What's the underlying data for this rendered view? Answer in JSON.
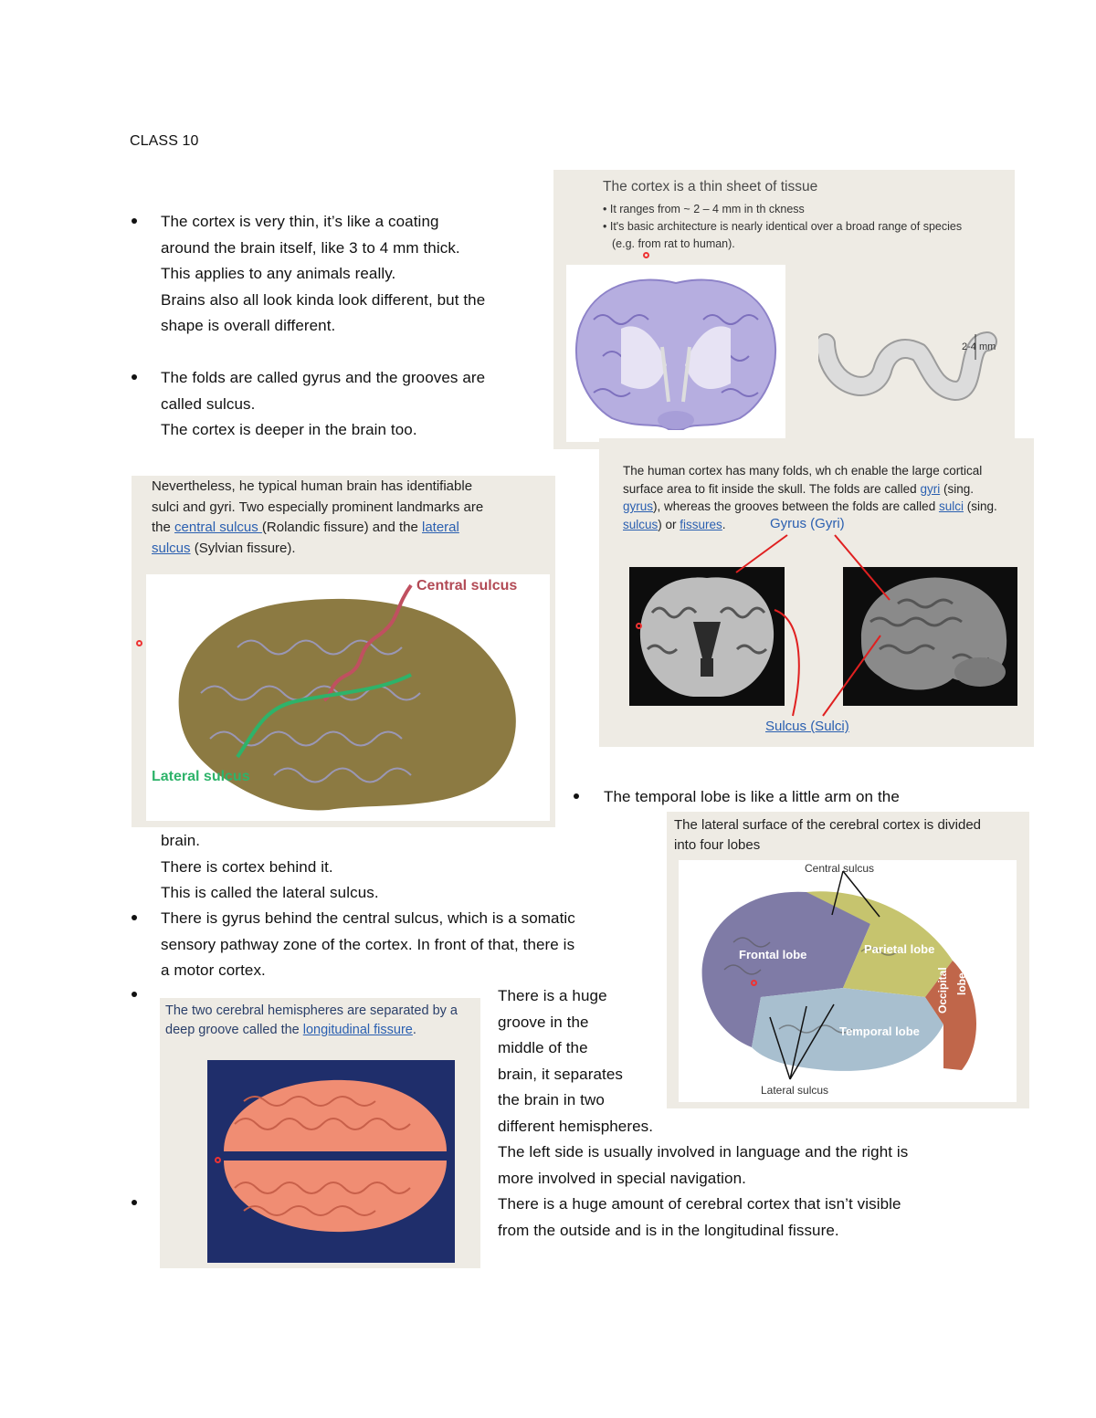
{
  "header": {
    "class_title": "CLASS 10"
  },
  "notes": {
    "b1": [
      "The cortex is very thin, it’s like a coating",
      "around the brain itself, like 3 to 4 mm thick.",
      "This applies to any animals really.",
      "Brains also all look kinda look different, but the",
      "shape is overall different."
    ],
    "b2": [
      "The folds are called gyrus and the grooves are",
      "called sulcus.",
      "The cortex is deeper in the brain too."
    ],
    "b3_first": "The temporal lobe is like a little arm on the",
    "b3_rest": [
      "brain.",
      "There is cortex behind it.",
      "This is called the lateral sulcus."
    ],
    "b4": [
      "There is gyrus behind the central sulcus, which is a somatic",
      "sensory pathway zone of the cortex. In front of that, there is",
      "a motor cortex."
    ],
    "b5": [
      "There is a huge",
      "groove in the",
      "middle of the",
      "brain, it separates",
      "the brain in two",
      "different hemispheres.",
      "The left side is usually involved in language and the right is",
      "more involved in special navigation.",
      "There is a huge amount of cerebral cortex that isn’t visible",
      "from the outside and is in the longitudinal fissure."
    ]
  },
  "slide_thin": {
    "title": "The cortex is a thin sheet of tissue",
    "bullet1": "• It ranges from ~ 2 – 4 mm in th ckness",
    "bullet2": "• It's basic architecture is nearly identical over a broad range of species",
    "bullet2b": "(e.g. from rat to human).",
    "measure": "2-4 mm"
  },
  "slide_folds": {
    "l1_a": "The ",
    "l1_b": "human cortex has many folds, wh ch enable the large cortical",
    "l2_a": "surface area to fit inside the skull. The folds are called ",
    "l2_link": "gyri",
    "l2_b": " (sing.",
    "l3_link": "gyrus",
    "l3_b": "), whereas the grooves between the folds are called ",
    "l3_link2": "sulci",
    "l3_c": " (sing.",
    "l4_link": "sulcus",
    "l4_b": ") or ",
    "l4_link2": "fissures",
    "l4_c": ".",
    "gyrus_label": "Gyrus (Gyri)",
    "sulcus_label": "Sulcus (Sulci)"
  },
  "slide_sulcus": {
    "l1": "Nevertheless, he typical human brain has identifiable",
    "l2": "sulci and gyri. Two especially prominent landmarks are",
    "l3_a": "the ",
    "l3_link": "central sulcus ",
    "l3_b": "(Rolandic fissure) and the ",
    "l3_link2": "lateral",
    "l4_link": "sulcus",
    "l4_b": " (Sylvian fissure).",
    "central_label": "Central sulcus",
    "lateral_label": "Lateral sulcus"
  },
  "slide_lobes": {
    "title1": "The lateral surface of the cerebral cortex is divided",
    "title2": "into four lobes",
    "central": "Central sulcus",
    "frontal": "Frontal lobe",
    "parietal": "Parietal lobe",
    "temporal": "Temporal lobe",
    "occipital": "Occipital",
    "occipital2": "lobe",
    "lateral": "Lateral sulcus"
  },
  "slide_fissure": {
    "l1": "The two cerebral hemispheres are separated by a",
    "l2_a": "deep groove called the ",
    "l2_link": "longitudinal fissure",
    "l2_b": "."
  },
  "colors": {
    "link": "#2a5fb0",
    "slide_bg": "#eeebe4",
    "accent_red": "#cc3333"
  }
}
